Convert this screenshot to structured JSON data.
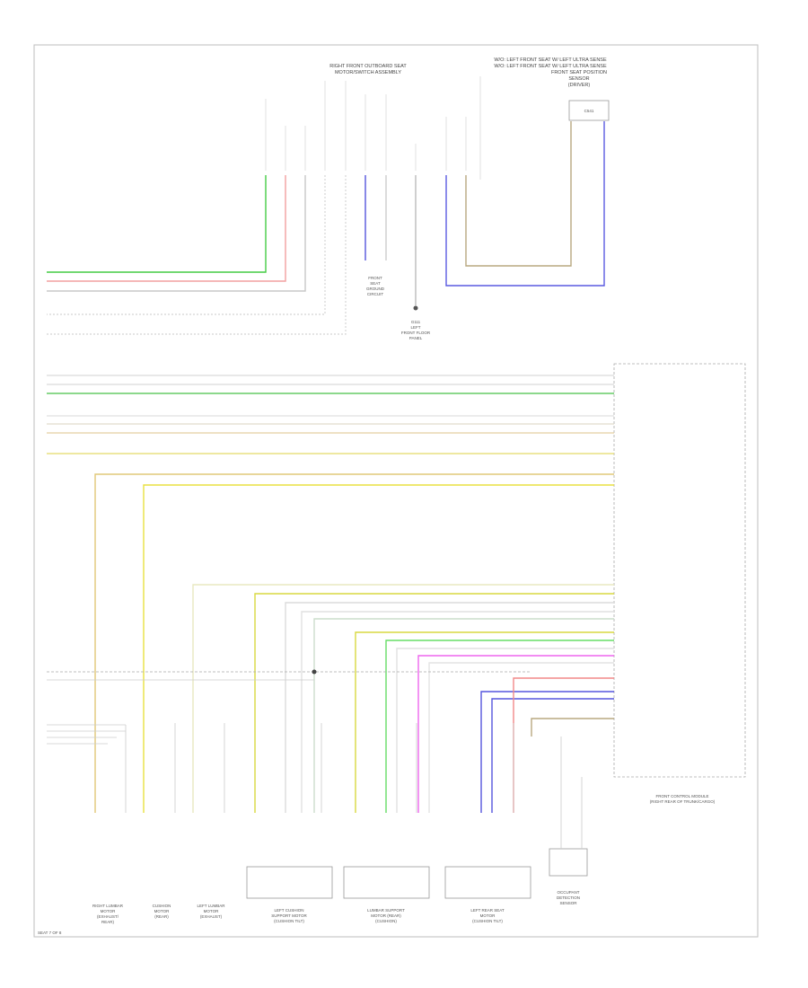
{
  "diagram": {
    "top_module_label": [
      "RIGHT FRONT OUTBOARD SEAT",
      "MOTOR/SWITCH ASSEMBLY"
    ],
    "top_right_label": [
      "W/O: LEFT FRONT SEAT W/ LEFT ULTRA SENSE",
      "W/O: LEFT FRONT SEAT W/ LEFT ULTRA SENSE",
      "FRONT SEAT POSITION",
      "SENSOR",
      "(DRIVER)"
    ],
    "connector_ref": "C541",
    "ground_label": [
      "FRONT",
      "SEAT",
      "GROUND",
      "CIRCUIT"
    ],
    "ground_label_right": [
      "G111",
      "LEFT",
      "FRONT FLOOR",
      "PANEL"
    ],
    "module_label": [
      "FRONT CONTROL MODULE",
      "(RIGHT REAR OF TRUNK/CARGO)"
    ],
    "bottom_components": [
      [
        "RIGHT LUMBAR",
        "MOTOR",
        "(EXHAUST/",
        "REAR)"
      ],
      [
        "CUSHION",
        "MOTOR",
        "(REAR)"
      ],
      [
        "LEFT LUMBAR",
        "MOTOR",
        "(EXHAUST)"
      ],
      [
        "LEFT CUSHION",
        "SUPPORT MOTOR",
        "(CUSHION TILT)"
      ],
      [
        "LUMBAR SUPPORT",
        "MOTOR (REAR)",
        "(CUSHION)"
      ],
      [
        "LEFT REAR SEAT",
        "MOTOR",
        "(CUSHION TILT)"
      ],
      [
        "OCCUPANT",
        "DETECTION",
        "SENSOR"
      ]
    ],
    "page_ref": "SEAT 7 OF 8"
  }
}
